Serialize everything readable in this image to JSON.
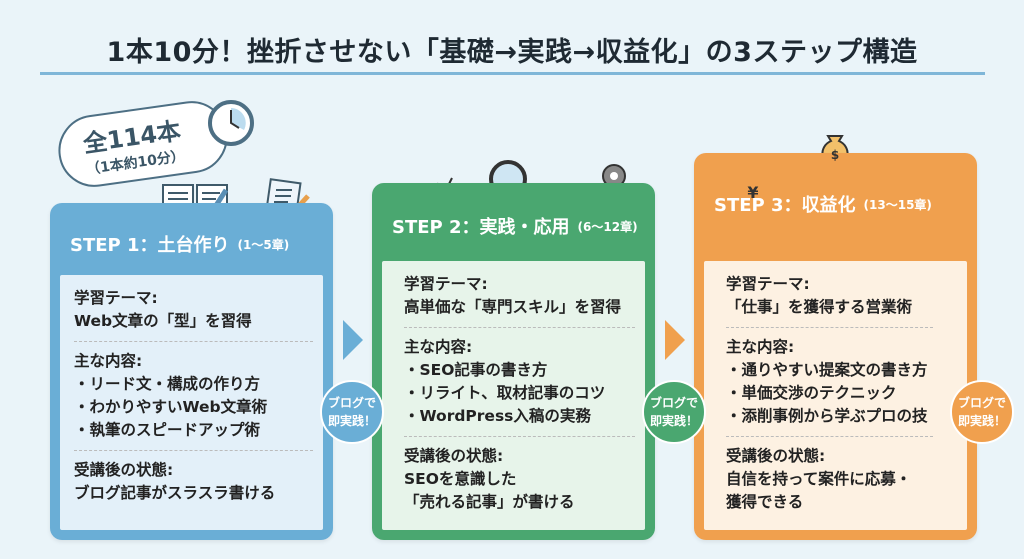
{
  "title": "1本10分！挫折させない「基礎→実践→収益化」の3ステップ構造",
  "bubble": {
    "total": "全114本",
    "per": "（1本約10分）"
  },
  "steps": [
    {
      "header": "STEP 1：土台作り",
      "range": "(1〜5章)",
      "theme_label": "学習テーマ:",
      "theme": "Web文章の「型」を習得",
      "content_label": "主な内容:",
      "items": [
        "・リード文・構成の作り方",
        "・わかりやすいWeb文章術",
        "・執筆のスピードアップ術"
      ],
      "result_label": "受講後の状態:",
      "result": [
        "ブログ記事がスラスラ書ける"
      ],
      "color": "#6aaed6"
    },
    {
      "header": "STEP 2：実践・応用",
      "range": "(6〜12章)",
      "theme_label": "学習テーマ:",
      "theme": "高単価な「専門スキル」を習得",
      "content_label": "主な内容:",
      "items": [
        "・SEO記事の書き方",
        "・リライト、取材記事のコツ",
        "・WordPress入稿の実務"
      ],
      "result_label": "受講後の状態:",
      "result": [
        "SEOを意識した",
        "「売れる記事」が書ける"
      ],
      "color": "#4aa770"
    },
    {
      "header": "STEP 3：収益化",
      "range": "(13〜15章)",
      "theme_label": "学習テーマ:",
      "theme": "「仕事」を獲得する営業術",
      "content_label": "主な内容:",
      "items": [
        "・通りやすい提案文の書き方",
        "・単価交渉のテクニック",
        "・添削事例から学ぶプロの技"
      ],
      "result_label": "受講後の状態:",
      "result": [
        "自信を持って案件に応募・",
        "獲得できる"
      ],
      "color": "#f0a04e"
    }
  ],
  "badge": {
    "line1": "ブログで",
    "line2": "即実践！"
  }
}
